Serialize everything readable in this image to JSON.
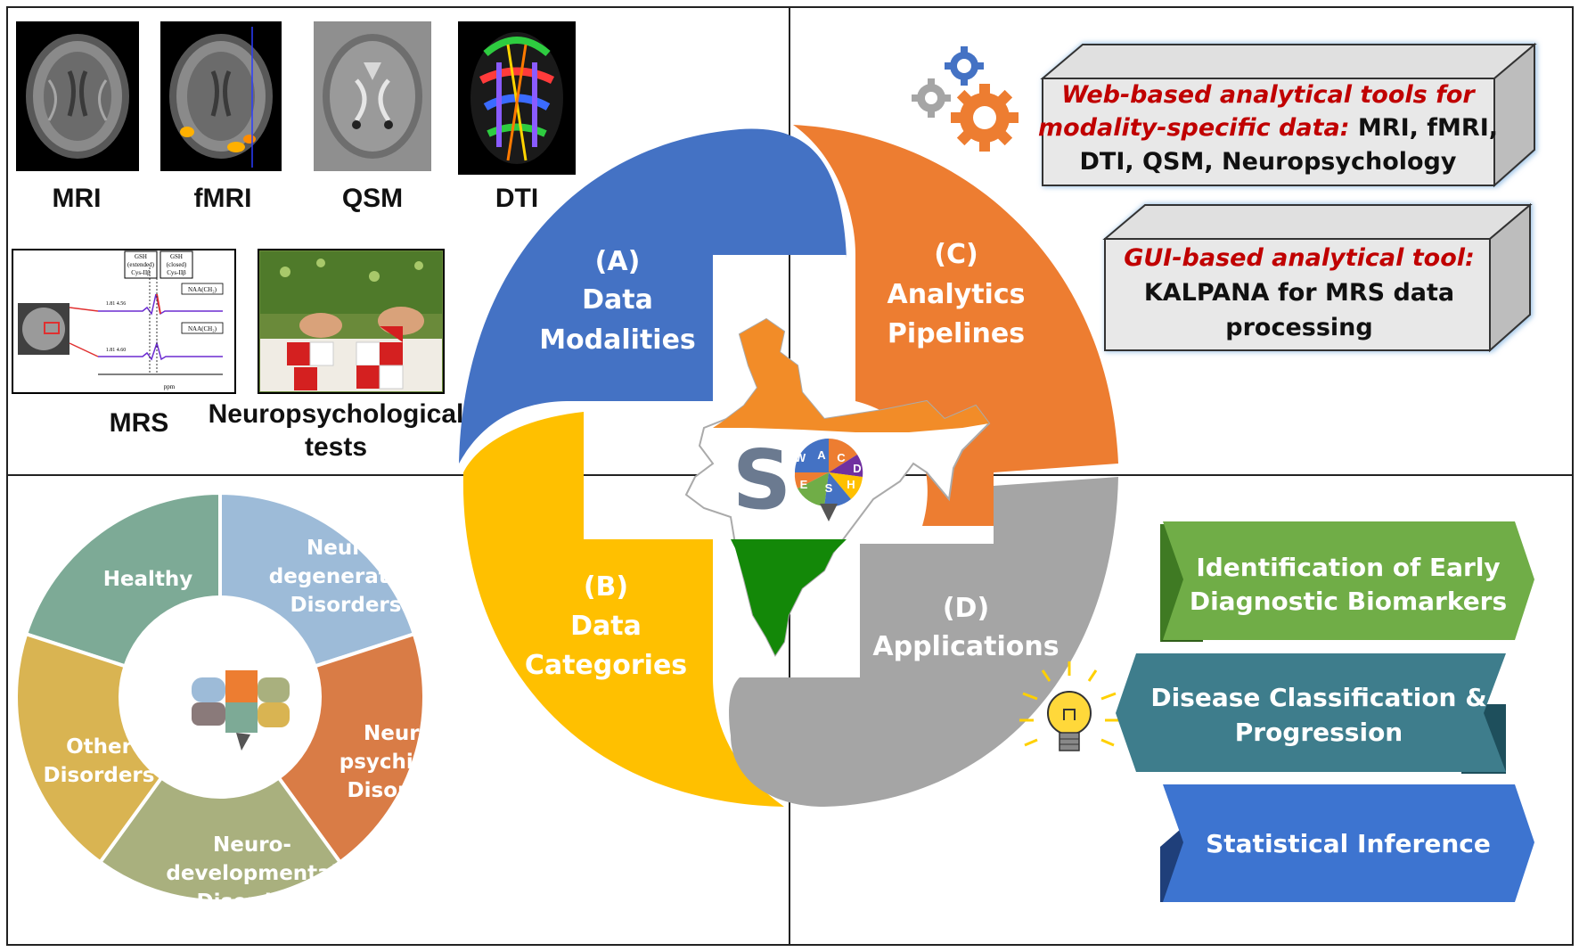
{
  "modalities": {
    "mri": "MRI",
    "fmri": "fMRI",
    "qsm": "QSM",
    "dti": "DTI",
    "mrs": "MRS",
    "neuro_line1": "Neuropsychological",
    "neuro_line2": "tests"
  },
  "mrs_plot": {
    "peak1": "GSH",
    "peak1_sub": "(extended)",
    "peak1_sub2": "Cys-IIβ",
    "peak2": "GSH",
    "peak2_sub": "(closed)",
    "peak2_sub2": "Cys-IIβ",
    "naa1": "NAA(CH₂)",
    "naa2": "NAA(CH₂)",
    "v1": "1.81 4.56",
    "v2": "1.81 4.60",
    "xaxis": "ppm"
  },
  "quadrants": {
    "a": {
      "code": "(A)",
      "line1": "Data",
      "line2": "Modalities",
      "color": "#4472C4"
    },
    "b": {
      "code": "(B)",
      "line1": "Data",
      "line2": "Categories",
      "color": "#FFC000"
    },
    "c": {
      "code": "(C)",
      "line1": "Analytics",
      "line2": "Pipelines",
      "color": "#ED7D31"
    },
    "d": {
      "code": "(D)",
      "line1": "Applications",
      "color": "#A5A5A5"
    }
  },
  "logo": {
    "big_letter": "S",
    "tiles": [
      "W",
      "A",
      "C",
      "D",
      "E",
      "S",
      "H"
    ]
  },
  "tools": {
    "web": {
      "italic1": "Web-based analytical tools for",
      "italic2": "modality-specific data:",
      "plain2": " MRI, fMRI,",
      "line3": "DTI, QSM, Neuropsychology"
    },
    "gui": {
      "italic1": "GUI-based analytical tool:",
      "line2": "KALPANA for MRS data",
      "line3": "processing"
    }
  },
  "categories": {
    "healthy": "Healthy",
    "neurodeg": [
      "Neuro-",
      "degenerative",
      "Disorders"
    ],
    "neuropsych": [
      "Neuro-",
      "psychiatric",
      "Disorders"
    ],
    "neurodev": [
      "Neuro-",
      "developmental",
      "Disorders"
    ],
    "other": [
      "Other",
      "Disorders"
    ]
  },
  "applications": {
    "a1": [
      "Identification of Early",
      "Diagnostic Biomarkers"
    ],
    "a2": [
      "Disease Classification &",
      "Progression"
    ],
    "a3": [
      "Statistical Inference"
    ]
  },
  "colors": {
    "blue": "#4472C4",
    "orange": "#ED7D31",
    "yellow": "#FFC000",
    "gray": "#A5A5A5",
    "green": "#70AD47",
    "teal": "#3E7D8C",
    "dark_red": "#C00000",
    "healthy": "#7DAA96",
    "neurodeg": "#9DBBD8",
    "neuropsych": "#D97C46",
    "neurodev": "#A9B07E",
    "other": "#D9B452",
    "india_saffron": "#F28C28",
    "india_green": "#138808"
  }
}
